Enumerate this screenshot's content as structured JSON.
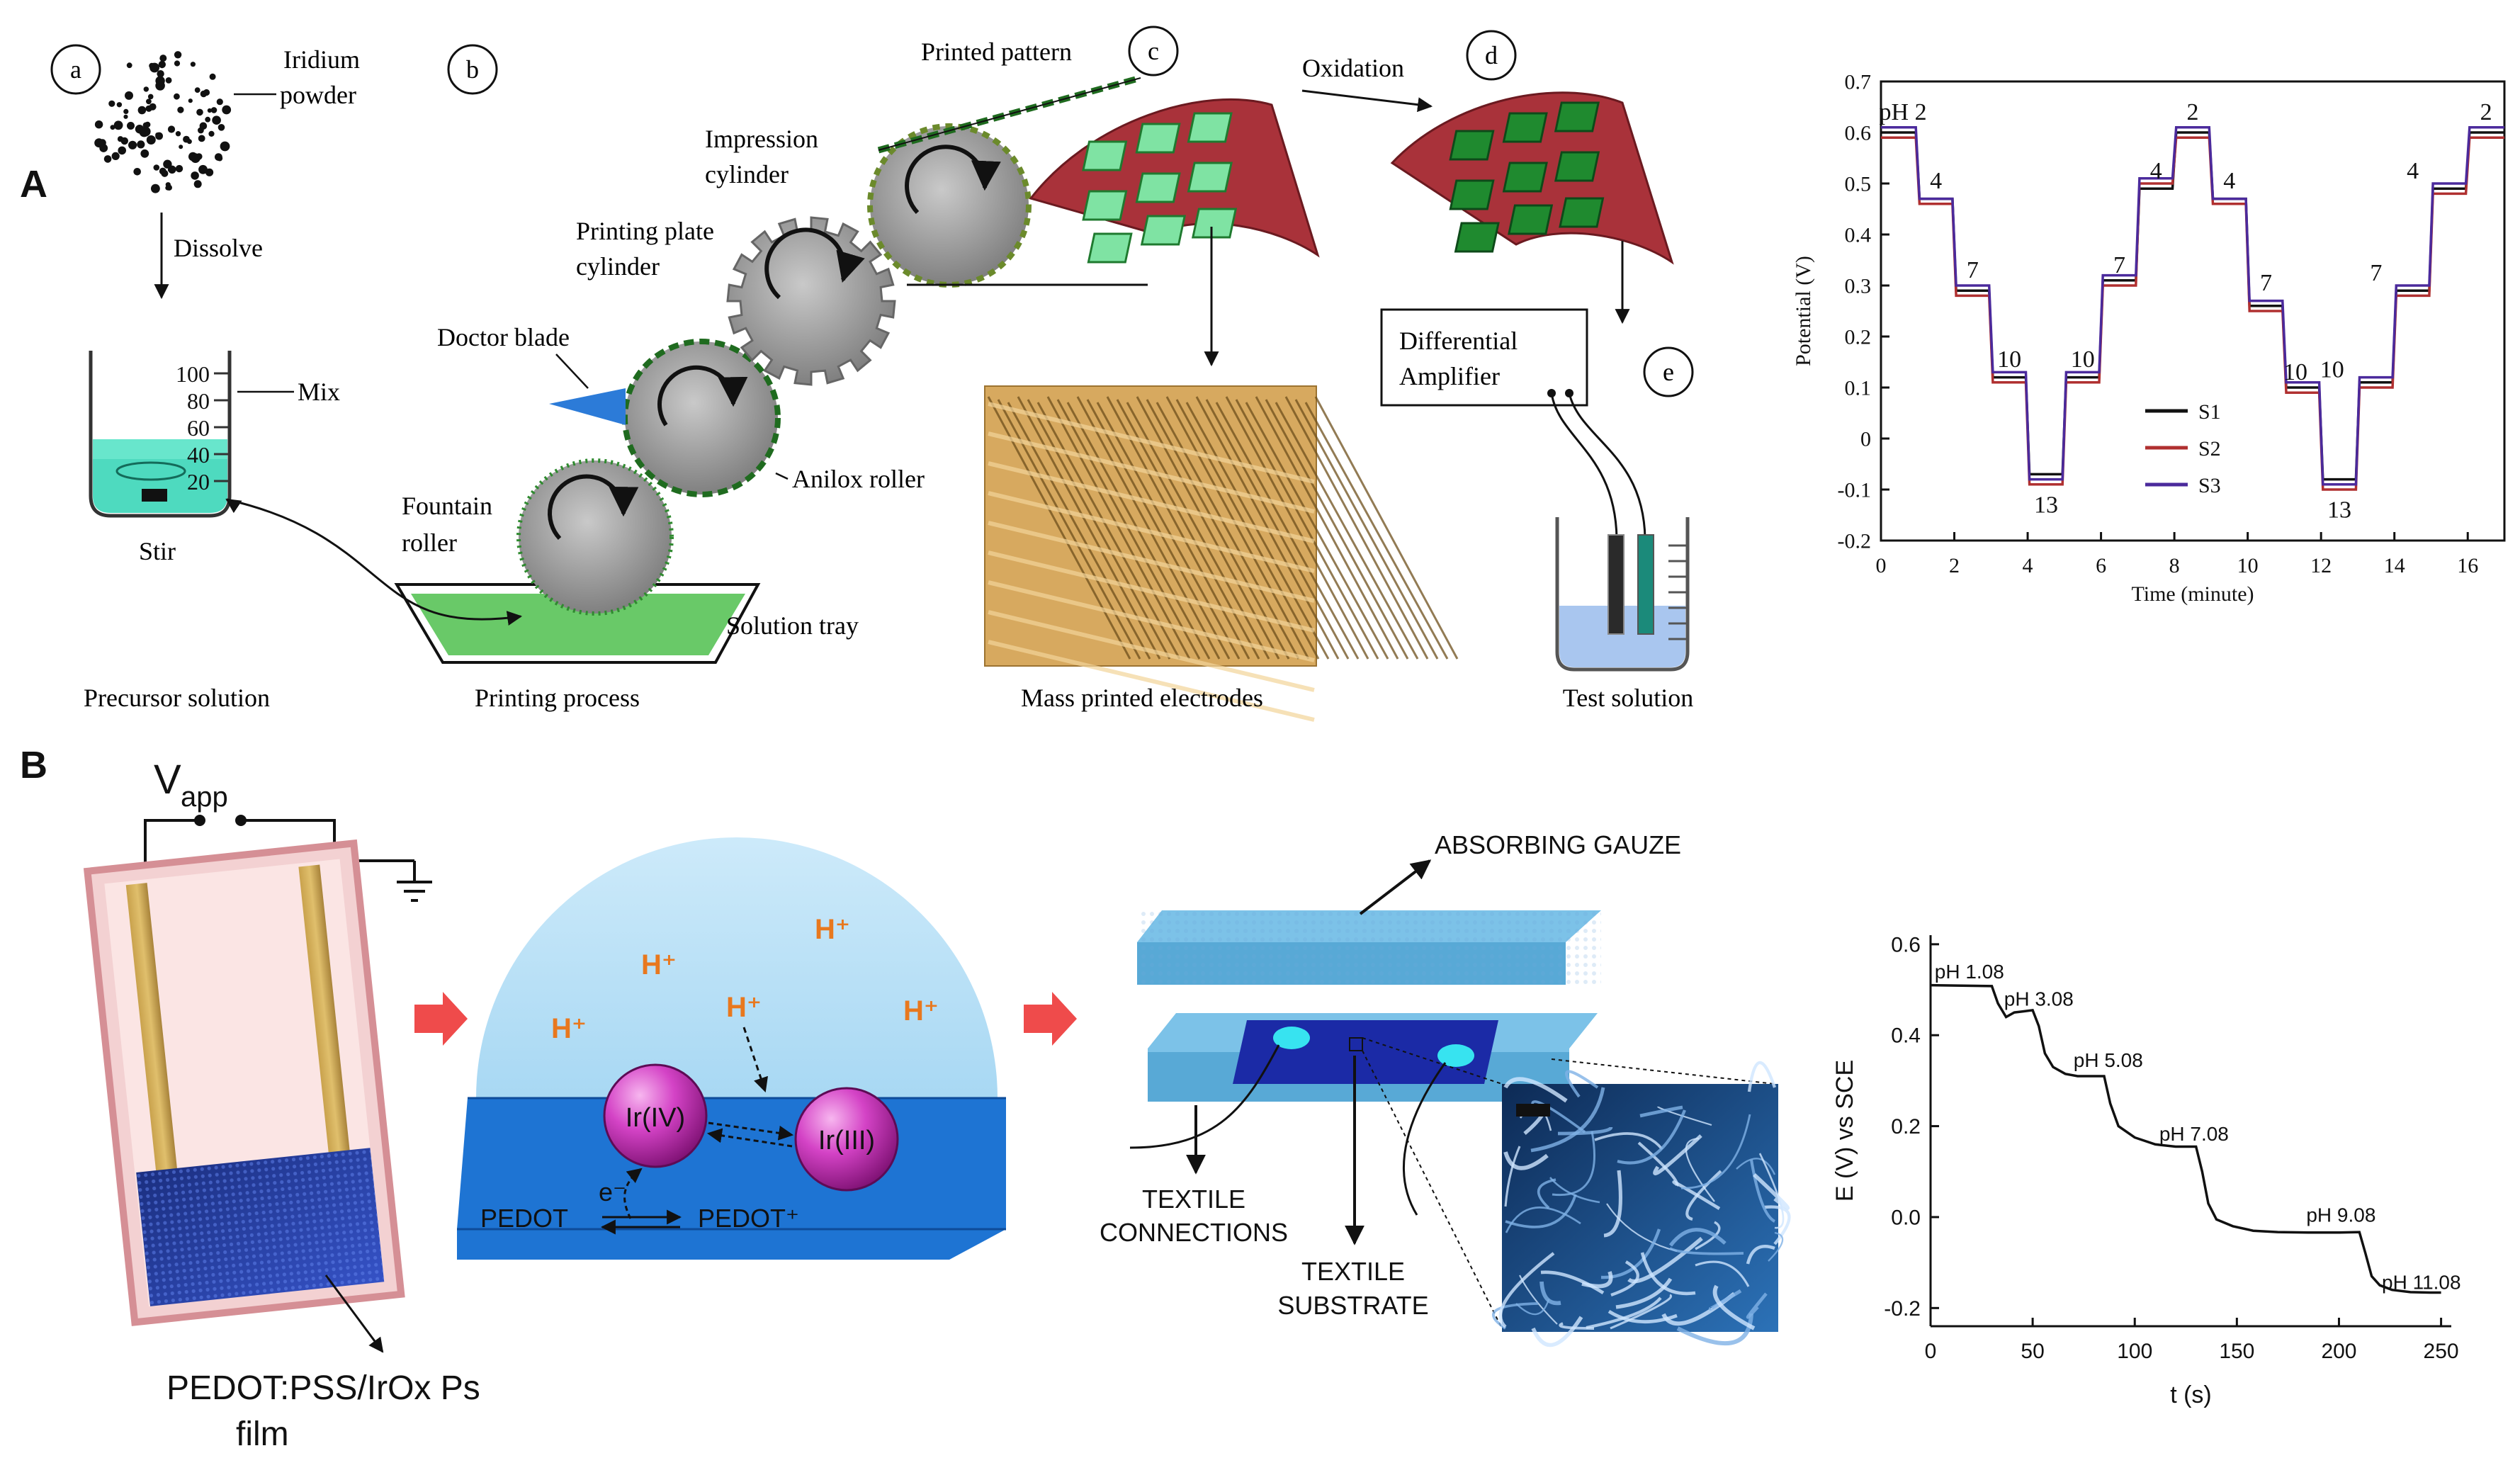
{
  "panel_labels": {
    "A": "A",
    "B": "B"
  },
  "panelA": {
    "sub_labels": {
      "a": "a",
      "b": "b",
      "c": "c",
      "d": "d",
      "e": "e"
    },
    "texts": {
      "iridium": "Iridium",
      "powder": "powder",
      "dissolve": "Dissolve",
      "mix": "Mix",
      "stir": "Stir",
      "precursor": "Precursor solution",
      "printed_pattern": "Printed pattern",
      "impression": "Impression",
      "cylinder": "cylinder",
      "printing_plate": "Printing plate",
      "doctor_blade": "Doctor blade",
      "anilox": "Anilox roller",
      "fountain": "Fountain",
      "roller": "roller",
      "solution_tray": "Solution tray",
      "printing_process": "Printing process",
      "oxidation": "Oxidation",
      "mass_printed": "Mass printed electrodes",
      "differential": "Differential",
      "amplifier": "Amplifier",
      "test_solution": "Test solution"
    },
    "beaker_ticks": [
      "100",
      "80",
      "60",
      "40",
      "20"
    ]
  },
  "panelB": {
    "vapp_main": "V",
    "vapp_sub": "app",
    "film_line1": "PEDOT:PSS/IrOx Ps",
    "film_line2": "film",
    "hplus": "H⁺",
    "ir4": "Ir(IV)",
    "ir3": "Ir(III)",
    "electron": "e⁻",
    "pedot": "PEDOT",
    "pedot_plus": "PEDOT⁺",
    "absorbing": "ABSORBING GAUZE",
    "textile_conn_1": "TEXTILE",
    "textile_conn_2": "CONNECTIONS",
    "textile_sub_1": "TEXTILE",
    "textile_sub_2": "SUBSTRATE"
  },
  "colors": {
    "green": "#5cc15c",
    "dark_green": "#1f7a2f",
    "maroon": "#a8323a",
    "blue": "#1e6fd0",
    "light_blue": "#bfe3f7",
    "magenta": "#cc2dbb",
    "orange": "#e8781e"
  },
  "chart_data": [
    {
      "type": "line",
      "xlabel": "Time (minute)",
      "ylabel": "Potential (V)",
      "xlim": [
        0,
        17
      ],
      "ylim": [
        -0.2,
        0.7
      ],
      "xticks": [
        "0",
        "2",
        "4",
        "6",
        "8",
        "10",
        "12",
        "14",
        "16"
      ],
      "yticks": [
        "-0.2",
        "-0.1",
        "0",
        "0.1",
        "0.2",
        "0.3",
        "0.4",
        "0.5",
        "0.6",
        "0.7"
      ],
      "legend_position": "bottom-center",
      "pH_labels": [
        {
          "text": "pH 2",
          "x": 0.6,
          "y": 0.625
        },
        {
          "text": "4",
          "x": 1.5,
          "y": 0.49
        },
        {
          "text": "7",
          "x": 2.5,
          "y": 0.315
        },
        {
          "text": "10",
          "x": 3.5,
          "y": 0.14
        },
        {
          "text": "13",
          "x": 4.5,
          "y": -0.145
        },
        {
          "text": "10",
          "x": 5.5,
          "y": 0.14
        },
        {
          "text": "7",
          "x": 6.5,
          "y": 0.325
        },
        {
          "text": "4",
          "x": 7.5,
          "y": 0.51
        },
        {
          "text": "2",
          "x": 8.5,
          "y": 0.625
        },
        {
          "text": "4",
          "x": 9.5,
          "y": 0.49
        },
        {
          "text": "7",
          "x": 10.5,
          "y": 0.29
        },
        {
          "text": "10",
          "x": 11.3,
          "y": 0.115
        },
        {
          "text": "10",
          "x": 12.3,
          "y": 0.12
        },
        {
          "text": "13",
          "x": 12.5,
          "y": -0.155
        },
        {
          "text": "7",
          "x": 13.5,
          "y": 0.31
        },
        {
          "text": "4",
          "x": 14.5,
          "y": 0.51
        },
        {
          "text": "2",
          "x": 16.5,
          "y": 0.625
        }
      ],
      "series": [
        {
          "name": "S1",
          "color": "#111111",
          "x": [
            0,
            0.95,
            1.05,
            1.95,
            2.05,
            2.95,
            3.05,
            3.95,
            4.05,
            4.95,
            5.05,
            5.95,
            6.05,
            6.95,
            7.05,
            7.95,
            8.05,
            8.95,
            9.05,
            9.95,
            10.05,
            10.95,
            11.05,
            11.95,
            12.05,
            12.95,
            13.05,
            13.95,
            14.05,
            14.95,
            15.05,
            15.95,
            16.05,
            17
          ],
          "y": [
            0.6,
            0.6,
            0.47,
            0.47,
            0.29,
            0.29,
            0.12,
            0.12,
            -0.07,
            -0.07,
            0.12,
            0.12,
            0.31,
            0.31,
            0.49,
            0.49,
            0.6,
            0.6,
            0.47,
            0.47,
            0.26,
            0.26,
            0.1,
            0.1,
            -0.08,
            -0.08,
            0.11,
            0.11,
            0.29,
            0.29,
            0.49,
            0.49,
            0.6,
            0.6
          ]
        },
        {
          "name": "S2",
          "color": "#b03030",
          "x": [
            0,
            0.95,
            1.05,
            1.95,
            2.05,
            2.95,
            3.05,
            3.95,
            4.05,
            4.95,
            5.05,
            5.95,
            6.05,
            6.95,
            7.05,
            7.95,
            8.05,
            8.95,
            9.05,
            9.95,
            10.05,
            10.95,
            11.05,
            11.95,
            12.05,
            12.95,
            13.05,
            13.95,
            14.05,
            14.95,
            15.05,
            15.95,
            16.05,
            17
          ],
          "y": [
            0.59,
            0.59,
            0.46,
            0.46,
            0.28,
            0.28,
            0.11,
            0.11,
            -0.09,
            -0.09,
            0.11,
            0.11,
            0.3,
            0.3,
            0.5,
            0.5,
            0.59,
            0.59,
            0.46,
            0.46,
            0.25,
            0.25,
            0.09,
            0.09,
            -0.1,
            -0.1,
            0.1,
            0.1,
            0.28,
            0.28,
            0.48,
            0.48,
            0.59,
            0.59
          ]
        },
        {
          "name": "S3",
          "color": "#4b2a9c",
          "x": [
            0,
            0.95,
            1.05,
            1.95,
            2.05,
            2.95,
            3.05,
            3.95,
            4.05,
            4.95,
            5.05,
            5.95,
            6.05,
            6.95,
            7.05,
            7.95,
            8.05,
            8.95,
            9.05,
            9.95,
            10.05,
            10.95,
            11.05,
            11.95,
            12.05,
            12.95,
            13.05,
            13.95,
            14.05,
            14.95,
            15.05,
            15.95,
            16.05,
            17
          ],
          "y": [
            0.61,
            0.61,
            0.47,
            0.47,
            0.3,
            0.3,
            0.13,
            0.13,
            -0.08,
            -0.08,
            0.13,
            0.13,
            0.32,
            0.32,
            0.51,
            0.51,
            0.61,
            0.61,
            0.47,
            0.47,
            0.27,
            0.27,
            0.11,
            0.11,
            -0.09,
            -0.09,
            0.12,
            0.12,
            0.3,
            0.3,
            0.5,
            0.5,
            0.61,
            0.61
          ]
        }
      ]
    },
    {
      "type": "line",
      "xlabel": "t (s)",
      "ylabel": "E (V) vs SCE",
      "xlim": [
        0,
        255
      ],
      "ylim": [
        -0.24,
        0.62
      ],
      "xticks": [
        "0",
        "50",
        "100",
        "150",
        "200",
        "250"
      ],
      "yticks": [
        "-0.2",
        "0.0",
        "0.2",
        "0.4",
        "0.6"
      ],
      "pH_labels": [
        {
          "text": "pH 1.08",
          "x": 2,
          "y": 0.525
        },
        {
          "text": "pH 3.08",
          "x": 36,
          "y": 0.465
        },
        {
          "text": "pH 5.08",
          "x": 70,
          "y": 0.33
        },
        {
          "text": "pH 7.08",
          "x": 112,
          "y": 0.168
        },
        {
          "text": "pH 9.08",
          "x": 184,
          "y": -0.01
        },
        {
          "text": "pH 11.08",
          "x": 221,
          "y": -0.158
        }
      ],
      "series": [
        {
          "name": "",
          "color": "#111111",
          "x": [
            0,
            30,
            33,
            37,
            41,
            45,
            50,
            53,
            56,
            60,
            66,
            72,
            80,
            85,
            88,
            92,
            100,
            110,
            120,
            130,
            133,
            136,
            140,
            148,
            158,
            170,
            185,
            200,
            210,
            213,
            216,
            220,
            226,
            235,
            245,
            250
          ],
          "y": [
            0.51,
            0.508,
            0.47,
            0.44,
            0.45,
            0.452,
            0.455,
            0.42,
            0.36,
            0.33,
            0.315,
            0.31,
            0.31,
            0.31,
            0.25,
            0.2,
            0.175,
            0.16,
            0.155,
            0.155,
            0.1,
            0.03,
            -0.005,
            -0.02,
            -0.03,
            -0.033,
            -0.034,
            -0.034,
            -0.033,
            -0.08,
            -0.13,
            -0.15,
            -0.16,
            -0.165,
            -0.166,
            -0.166
          ]
        }
      ]
    }
  ]
}
